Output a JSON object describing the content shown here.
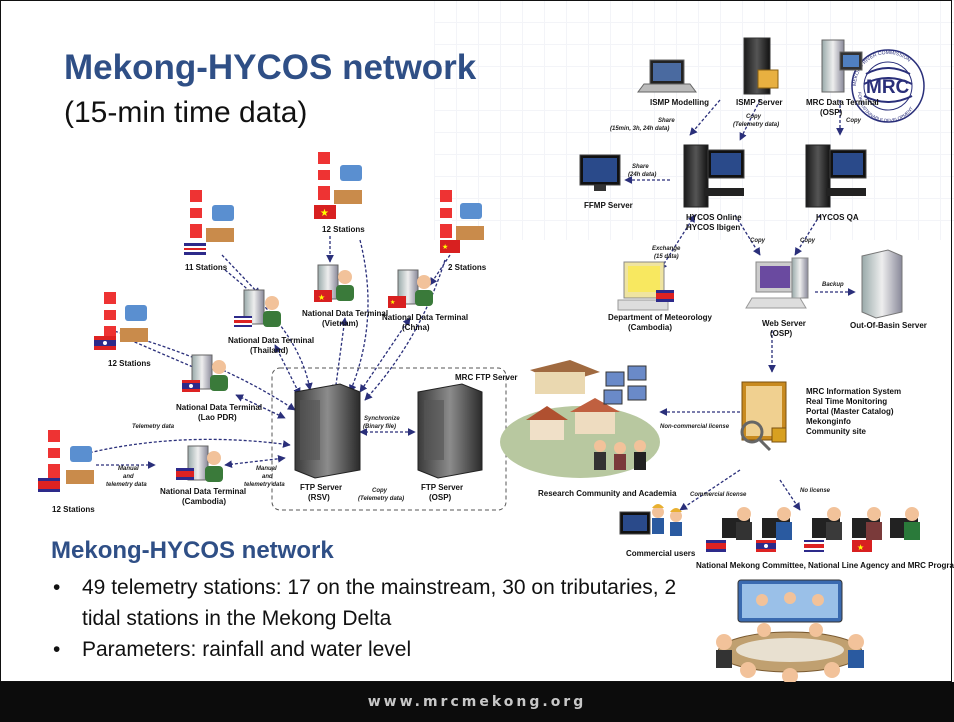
{
  "title": "Mekong-HYCOS network",
  "subtitle": "(15-min time data)",
  "section_heading": "Mekong-HYCOS network",
  "bullets": [
    "49 telemetry stations: 17 on the mainstream, 30 on tributaries, 2 tidal stations in the Mekong Delta",
    "Parameters: rainfall and water level"
  ],
  "footer_url": "www.mrcmekong.org",
  "logo": {
    "text": "MRC",
    "ring_top": "MEKONG RIVER COMMISSION",
    "ring_bottom": "FOR SUSTAINABLE DEVELOPMENT"
  },
  "left_diagram": {
    "stations": {
      "thailand": "11 Stations",
      "vietnam": "12 Stations",
      "china": "2 Stations",
      "laos": "12 Stations",
      "cambodia": "12 Stations"
    },
    "terminals": {
      "thailand": [
        "National Data Terminal",
        "(Thailand)"
      ],
      "vietnam": [
        "National Data Terminal",
        "(Vietnam)"
      ],
      "china": [
        "National Data Terminal",
        "(China)"
      ],
      "laos": [
        "National Data Terminal",
        "(Lao PDR)"
      ],
      "cambodia": [
        "National Data Terminal",
        "(Cambodia)"
      ]
    },
    "ftp_box_label": "MRC FTP Server",
    "ftp_server_left": [
      "FTP Server",
      "(RSV)"
    ],
    "ftp_server_right": [
      "FTP Server",
      "(OSP)"
    ],
    "synchronize": [
      "Synchronize",
      "(Binary file)"
    ],
    "copy": [
      "Copy",
      "(Telemetry data)"
    ],
    "telemetry_data": "Telemetry data",
    "manual_left": [
      "Manual",
      "and",
      "telemetry data"
    ],
    "manual_right": [
      "Manual",
      "and",
      "telemetry data"
    ]
  },
  "right_diagram": {
    "ismp_modelling": "ISMP Modelling",
    "ismp_server": "ISMP Server",
    "mrc_data_terminal": [
      "MRC Data Terminal",
      "(OSP)"
    ],
    "share_top": [
      "Share",
      "(15min, 3h, 24h data)"
    ],
    "copy_top": [
      "Copy",
      "(Telemetry data)"
    ],
    "copy_right": "Copy",
    "share_ffmp": [
      "Share",
      "(24h data)"
    ],
    "ffmp_server": "FFMP Server",
    "hycos_online": [
      "HYCOS Online",
      "HYCOS Ibigen"
    ],
    "hycos_qa": "HYCOS QA",
    "exchange": [
      "Exchange",
      "(15 data)"
    ],
    "copy_mid_left": "Copy",
    "copy_mid_right": "Copy",
    "dept_met": [
      "Department of Meteorology",
      "(Cambodia)"
    ],
    "web_server": [
      "Web Server",
      "(OSP)"
    ],
    "backup": "Backup",
    "out_of_basin": "Out-Of-Basin Server",
    "info_system": [
      "MRC Information System",
      "Real Time Monitoring",
      "Portal (Master Catalog)",
      "Mekonginfo",
      "Community site"
    ],
    "non_commercial": "Non-commercial license",
    "research": "Research Community and Academia",
    "commercial_license": "Commercial license",
    "no_license": "No license",
    "commercial_users": "Commercial users",
    "nmc": "National Mekong Committee, National Line Agency and MRC Programmes"
  }
}
